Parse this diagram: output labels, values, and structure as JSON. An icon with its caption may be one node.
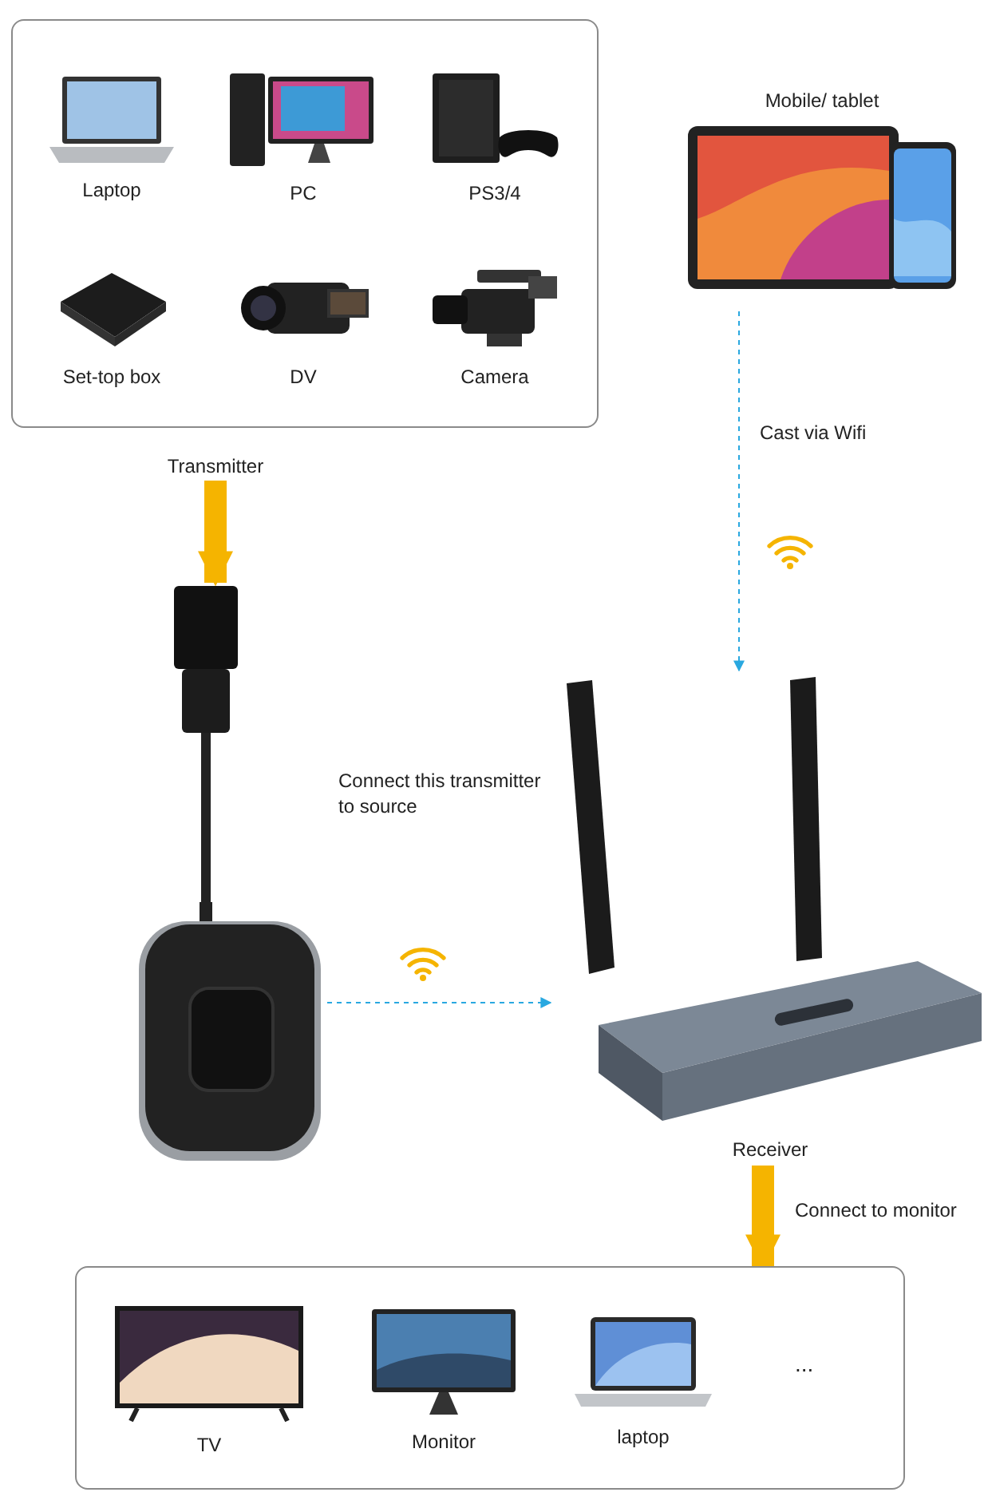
{
  "diagram": {
    "nodes": [
      {
        "text": [],
        "shape": "box"
      },
      {
        "text": [
          "Laptop"
        ],
        "in": 0
      },
      {
        "text": [
          "PC"
        ],
        "in": 0
      },
      {
        "text": [
          "PS3/4"
        ],
        "in": 0
      },
      {
        "text": [
          "Set-top box"
        ],
        "in": 0
      },
      {
        "text": [
          "DV"
        ],
        "in": 0
      },
      {
        "text": [
          "Camera"
        ],
        "in": 0
      },
      {
        "text": [
          "Mobile/ tablet"
        ]
      },
      {
        "text": [
          "Transmitter"
        ]
      },
      {
        "text": [],
        "shape": "picture",
        "beside": [
          "Connect this transmitter to source"
        ]
      },
      {
        "text": [
          "Receiver"
        ]
      },
      {
        "text": [],
        "shape": "box"
      },
      {
        "text": [
          "TV"
        ],
        "in": 11
      },
      {
        "text": [
          "Monitor"
        ],
        "in": 11
      },
      {
        "text": [
          "laptop"
        ],
        "in": 11
      }
    ],
    "edges": [
      {
        "from": 8,
        "to": 9,
        "arrow": "to",
        "style": "thick",
        "color": "#f5b400"
      },
      {
        "from": 7,
        "to": 10,
        "arrow": "to",
        "label": "Cast via Wifi",
        "style": "dashed",
        "color": "#29a8e0"
      },
      {
        "from": 9,
        "to": 10,
        "arrow": "to",
        "style": "dashed",
        "color": "#29a8e0"
      },
      {
        "from": 10,
        "to": 11,
        "arrow": "to",
        "label": "Connect to monitor",
        "style": "thick",
        "color": "#f5b400"
      }
    ],
    "labels": [
      "..."
    ]
  }
}
